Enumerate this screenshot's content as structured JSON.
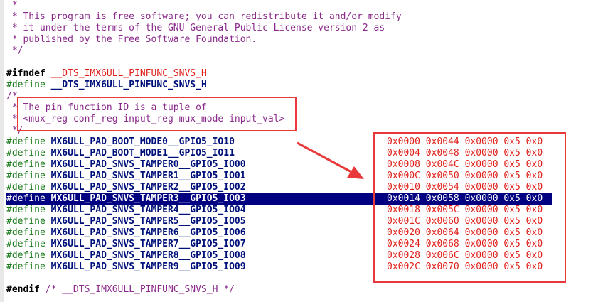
{
  "header_comment": [
    " *",
    " * This program is free software; you can redistribute it and/or modify",
    " * it under the terms of the GNU General Public License version 2 as",
    " * published by the Free Software Foundation.",
    " */"
  ],
  "ifndef": {
    "keyword": "#ifndef",
    "macro": "__DTS_IMX6ULL_PINFUNC_SNVS_H"
  },
  "define_guard": {
    "keyword": "#define",
    "macro": "__DTS_IMX6ULL_PINFUNC_SNVS_H"
  },
  "doc_comment": [
    "/*",
    " * The pin function ID is a tuple of",
    " * <mux_reg conf_reg input_reg mux_mode input_val>",
    " */"
  ],
  "defines": [
    {
      "name": "MX6ULL_PAD_BOOT_MODE0__GPIO5_IO10",
      "value": "0x0000 0x0044 0x0000 0x5 0x0"
    },
    {
      "name": "MX6ULL_PAD_BOOT_MODE1__GPIO5_IO11",
      "value": "0x0004 0x0048 0x0000 0x5 0x0"
    },
    {
      "name": "MX6ULL_PAD_SNVS_TAMPER0__GPIO5_IO00",
      "value": "0x0008 0x004C 0x0000 0x5 0x0"
    },
    {
      "name": "MX6ULL_PAD_SNVS_TAMPER1__GPIO5_IO01",
      "value": "0x000C 0x0050 0x0000 0x5 0x0"
    },
    {
      "name": "MX6ULL_PAD_SNVS_TAMPER2__GPIO5_IO02",
      "value": "0x0010 0x0054 0x0000 0x5 0x0"
    },
    {
      "name": "MX6ULL_PAD_SNVS_TAMPER3__GPIO5_IO03",
      "value": "0x0014 0x0058 0x0000 0x5 0x0"
    },
    {
      "name": "MX6ULL_PAD_SNVS_TAMPER4__GPIO5_IO04",
      "value": "0x0018 0x005C 0x0000 0x5 0x0"
    },
    {
      "name": "MX6ULL_PAD_SNVS_TAMPER5__GPIO5_IO05",
      "value": "0x001C 0x0060 0x0000 0x5 0x0"
    },
    {
      "name": "MX6ULL_PAD_SNVS_TAMPER6__GPIO5_IO06",
      "value": "0x0020 0x0064 0x0000 0x5 0x0"
    },
    {
      "name": "MX6ULL_PAD_SNVS_TAMPER7__GPIO5_IO07",
      "value": "0x0024 0x0068 0x0000 0x5 0x0"
    },
    {
      "name": "MX6ULL_PAD_SNVS_TAMPER8__GPIO5_IO08",
      "value": "0x0028 0x006C 0x0000 0x5 0x0"
    },
    {
      "name": "MX6ULL_PAD_SNVS_TAMPER9__GPIO5_IO09",
      "value": "0x002C 0x0070 0x0000 0x5 0x0"
    }
  ],
  "define_keyword": "#define",
  "highlighted_index": 5,
  "endif": {
    "keyword": "#endif",
    "comment": "/* __DTS_IMX6ULL_PINFUNC_SNVS_H */"
  },
  "colors": {
    "annotation": "#e8383a",
    "highlight": "#000080"
  }
}
